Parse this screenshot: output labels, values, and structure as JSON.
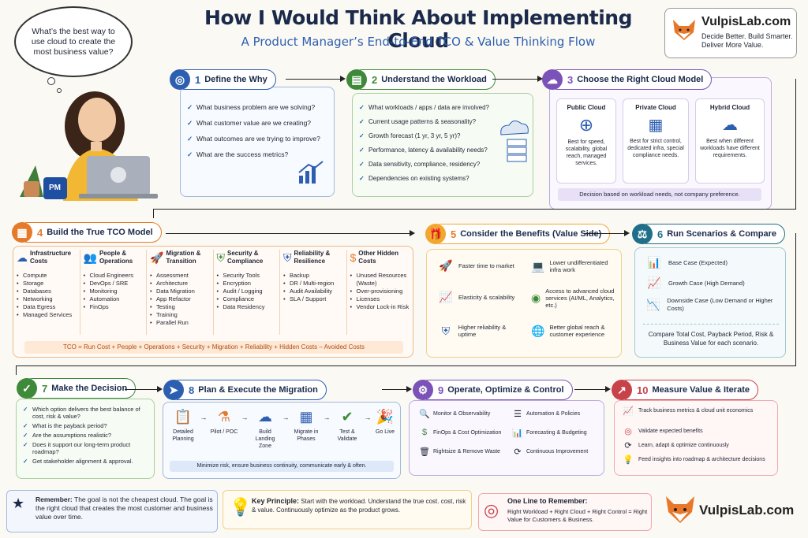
{
  "header": {
    "title": "How I Would Think About Implementing Cloud",
    "subtitle": "A Product Manager’s End-to-End TCO & Value Thinking Flow",
    "bubble": "What’s the best way to use cloud to create the most business value?",
    "laptop_badge": "PM"
  },
  "brand": {
    "name": "VulpisLab.com",
    "tagline": "Decide Better. Build Smarter. Deliver More Value."
  },
  "step1": {
    "num": "1",
    "title": "Define the Why",
    "items": [
      "What business problem are we solving?",
      "What customer value are we creating?",
      "What outcomes are we trying to improve?",
      "What are the success metrics?"
    ]
  },
  "step2": {
    "num": "2",
    "title": "Understand the Workload",
    "items": [
      "What workloads / apps / data are involved?",
      "Current usage patterns & seasonality?",
      "Growth forecast (1 yr, 3 yr, 5 yr)?",
      "Performance, latency & availability needs?",
      "Data sensitivity, compliance, residency?",
      "Dependencies on existing systems?"
    ]
  },
  "step3": {
    "num": "3",
    "title": "Choose the Right Cloud Model",
    "models": [
      {
        "name": "Public Cloud",
        "desc": "Best for speed, scalability, global reach, managed services."
      },
      {
        "name": "Private Cloud",
        "desc": "Best for strict control, dedicated infra, special compliance needs."
      },
      {
        "name": "Hybrid Cloud",
        "desc": "Best when different workloads have different requirements."
      }
    ],
    "note": "Decision based on workload needs, not company preference."
  },
  "step4": {
    "num": "4",
    "title": "Build the True TCO Model",
    "cols": [
      {
        "title": "Infrastructure Costs",
        "items": [
          "Compute",
          "Storage",
          "Databases",
          "Networking",
          "Data Egress",
          "Managed Services"
        ]
      },
      {
        "title": "People & Operations",
        "items": [
          "Cloud Engineers",
          "DevOps / SRE",
          "Monitoring",
          "Automation",
          "FinOps"
        ]
      },
      {
        "title": "Migration & Transition",
        "items": [
          "Assessment",
          "Architecture",
          "Data Migration",
          "App Refactor",
          "Testing",
          "Training",
          "Parallel Run"
        ]
      },
      {
        "title": "Security & Compliance",
        "items": [
          "Security Tools",
          "Encryption",
          "Audit / Logging",
          "Compliance",
          "Data Residency"
        ]
      },
      {
        "title": "Reliability & Resilience",
        "items": [
          "Backup",
          "DR / Multi-region",
          "Audit Availability",
          "SLA / Support"
        ]
      },
      {
        "title": "Other Hidden Costs",
        "items": [
          "Unused Resources (Waste)",
          "Over-provisioning",
          "Licenses",
          "Vendor Lock-in Risk"
        ]
      }
    ],
    "formula": "TCO = Run Cost + People + Operations + Security + Migration + Reliability + Hidden Costs – Avoided Costs"
  },
  "step5": {
    "num": "5",
    "title": "Consider the Benefits (Value Side)",
    "items": [
      "Faster time to market",
      "Lower undifferentiated infra work",
      "Elasticity & scalability",
      "Access to advanced cloud services (AI/ML, Analytics, etc.)",
      "Higher reliability & uptime",
      "Better global reach & customer experience"
    ]
  },
  "step6": {
    "num": "6",
    "title": "Run Scenarios & Compare",
    "items": [
      "Base Case (Expected)",
      "Growth Case (High Demand)",
      "Downside Case (Low Demand or Higher Costs)"
    ],
    "note": "Compare Total Cost, Payback Period, Risk & Business Value for each scenario."
  },
  "step7": {
    "num": "7",
    "title": "Make the Decision",
    "items": [
      "Which option delivers the best balance of cost, risk & value?",
      "What is the payback period?",
      "Are the assumptions realistic?",
      "Does it support our long-term product roadmap?",
      "Get stakeholder alignment & approval."
    ]
  },
  "step8": {
    "num": "8",
    "title": "Plan & Execute the Migration",
    "phases": [
      "Detailed Planning",
      "Pilot / POC",
      "Build Landing Zone",
      "Migrate in Phases",
      "Test & Validate",
      "Go Live"
    ],
    "note": "Minimize risk, ensure business continuity, communicate early & often."
  },
  "step9": {
    "num": "9",
    "title": "Operate, Optimize & Control",
    "items": [
      "Monitor & Observability",
      "Automation & Policies",
      "FinOps & Cost Optimization",
      "Forecasting & Budgeting",
      "Rightsize & Remove Waste",
      "Continuous Improvement"
    ]
  },
  "step10": {
    "num": "10",
    "title": "Measure Value & Iterate",
    "items": [
      "Track business metrics & cloud unit economics",
      "Validate expected benefits",
      "Learn, adapt & optimize continuously",
      "Feed insights into roadmap & architecture decisions"
    ]
  },
  "footer": {
    "remember_label": "Remember:",
    "remember": "The goal is not the cheapest cloud. The goal is the right cloud that creates the most customer and business value over time.",
    "principle_label": "Key Principle:",
    "principle": "Start with the workload. Understand the true cost. cost, risk & value. Continuously optimize as the product grows.",
    "oneline_label": "One Line to Remember:",
    "oneline": "Right Workload + Right Cloud + Right Control = Right Value for Customers & Business."
  },
  "colors": {
    "blue": "#2d5fb0",
    "green": "#3f8a3a",
    "purple": "#7b52b8",
    "orange": "#e57a2a",
    "teal": "#1f6f8a",
    "red": "#c8424a"
  }
}
